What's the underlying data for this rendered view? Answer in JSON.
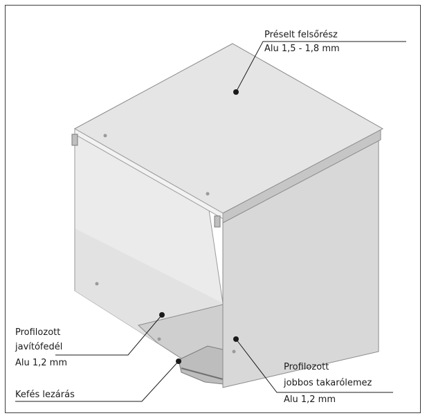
{
  "labels": {
    "top": {
      "line1": "Préselt felsőrész",
      "line2": "Alu 1,5 - 1,8 mm"
    },
    "left": {
      "line1": "Profilozott",
      "line2": "javítófedél",
      "line3": "Alu 1,2 mm"
    },
    "brush": {
      "line1": "Kefés lezárás"
    },
    "right": {
      "line1": "Profilozott",
      "line2": "jobbos takarólemez",
      "line3": "Alu 1,2 mm"
    }
  },
  "colors": {
    "top_face": "#e4e4e4",
    "right_face": "#d6d6d6",
    "back_wall": "#e9e9e9",
    "floor": "#dcdcdc",
    "edge": "#8a8a8a",
    "leader": "#1a1a1a"
  }
}
